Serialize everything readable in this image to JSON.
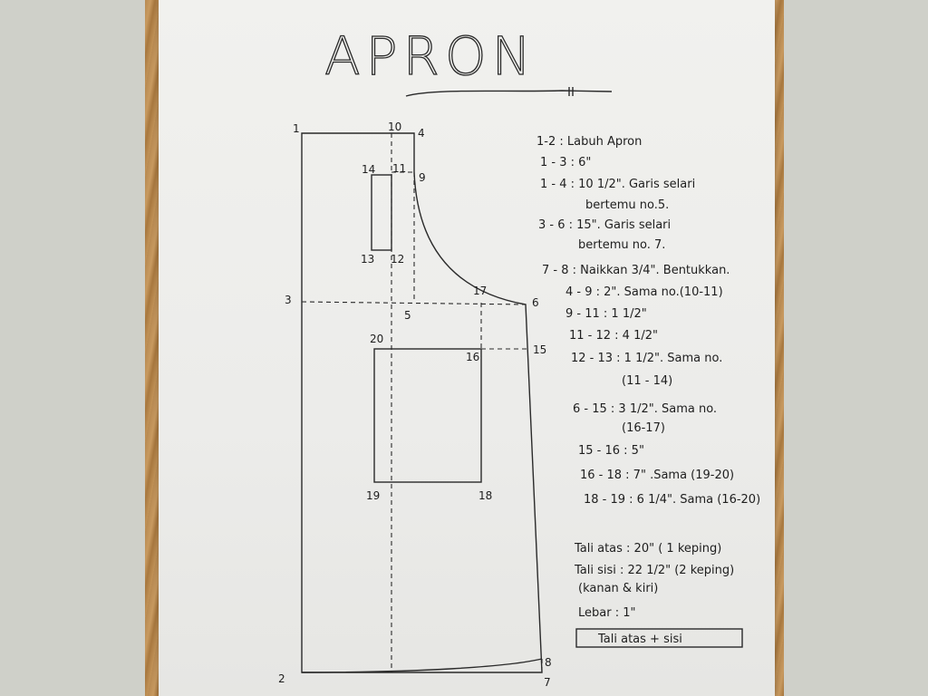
{
  "title": "APRON",
  "points": {
    "p1": "1",
    "p2": "2",
    "p3": "3",
    "p4": "4",
    "p5": "5",
    "p6": "6",
    "p7": "7",
    "p8": "8",
    "p9": "9",
    "p10": "10",
    "p11": "11",
    "p12": "12",
    "p13": "13",
    "p14": "14",
    "p15": "15",
    "p16": "16",
    "p17": "17",
    "p18": "18",
    "p19": "19",
    "p20": "20"
  },
  "instructions": [
    "1-2 : Labuh Apron",
    "1 - 3 : 6\"",
    "1 - 4 : 10 1/2\". Garis selari",
    "bertemu no.5.",
    "3 - 6 : 15\". Garis selari",
    "bertemu no. 7.",
    "7 - 8 : Naikkan 3/4\". Bentukkan.",
    "4 - 9 : 2\". Sama no.(10-11)",
    "9 - 11 : 1 1/2\"",
    "11 - 12 : 4 1/2\"",
    "12 - 13 : 1 1/2\". Sama no.",
    "(11 - 14)",
    "6 - 15 : 3 1/2\". Sama no.",
    "(16-17)",
    "15 - 16 : 5\"",
    "16 - 18 : 7\" .Sama (19-20)",
    "18 - 19 : 6 1/4\". Sama (16-20)"
  ],
  "straps": [
    "Tali atas : 20\" ( 1 keping)",
    "Tali sisi : 22 1/2\" (2 keping)",
    "(kanan & kiri)",
    "Lebar : 1\""
  ],
  "boxed_note": "Tali atas + sisi"
}
